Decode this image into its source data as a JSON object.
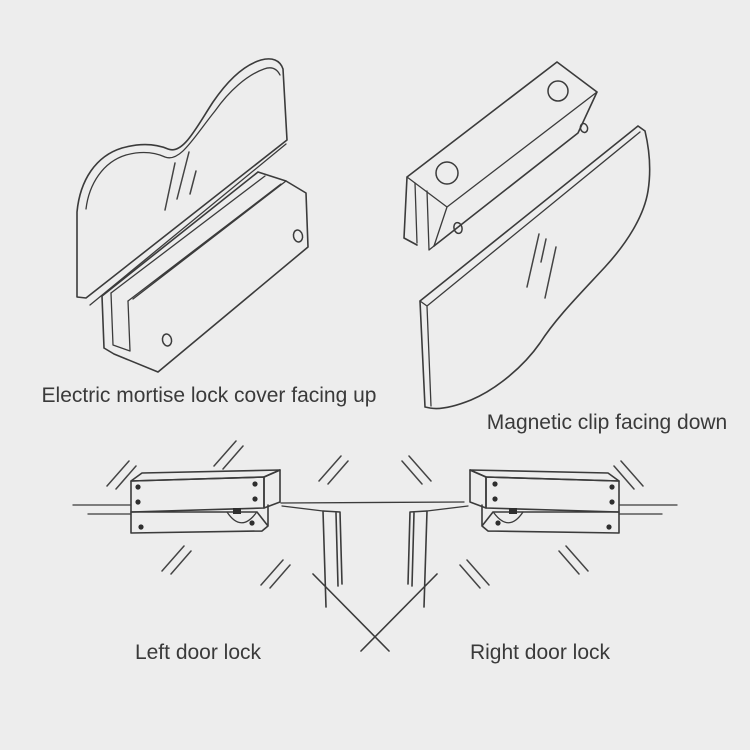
{
  "page": {
    "background_color": "#ededed",
    "line_color": "#3b3b3b",
    "text_color": "#3a3a3a"
  },
  "labels": {
    "top_left": "Electric mortise lock cover facing up",
    "top_right": "Magnetic clip facing down",
    "bottom_left": "Left door lock",
    "bottom_right": "Right door lock"
  },
  "figures": {
    "top_left": "electric-mortise-lock-with-glass-panel-exploded-view",
    "top_right": "magnetic-clip-with-glass-panel-exploded-view",
    "bottom": "double-glass-door-locks-installation-diagram"
  }
}
